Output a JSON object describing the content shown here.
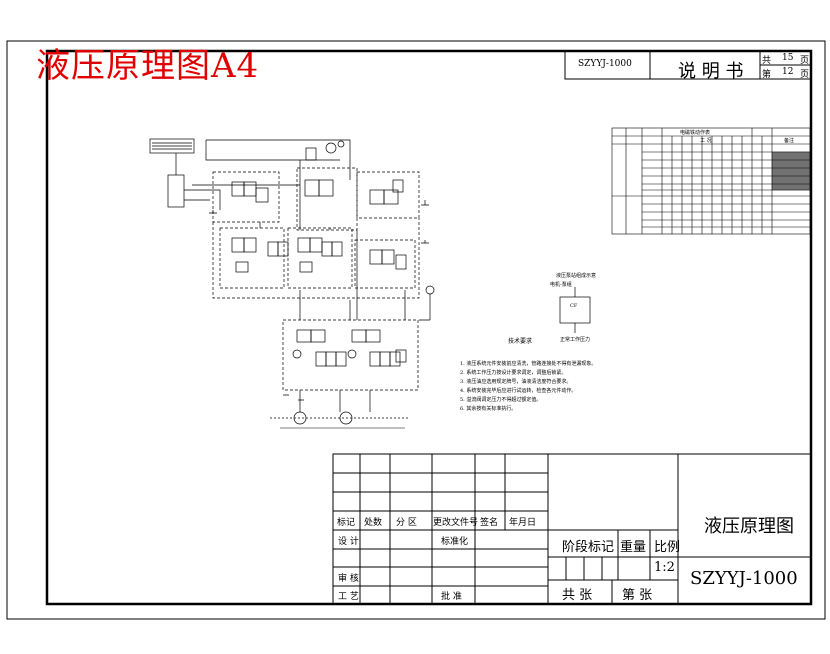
{
  "sheet_title": "液压原理图A4",
  "top_block": {
    "drawing_no": "SZYYJ-1000",
    "doc_type": "说 明 书",
    "total_label": "共",
    "total_pages": "15",
    "page_unit": "页",
    "current_label": "第",
    "current_page": "12",
    "page_unit2": "页"
  },
  "title_block": {
    "revision_headers": [
      "标记",
      "处数",
      "分 区",
      "更改文件号",
      "签名",
      "年月日"
    ],
    "design": "设 计",
    "standardization": "标准化",
    "review": "审 核",
    "process": "工 艺",
    "approve": "批 准",
    "stage_mark": "阶段标记",
    "weight": "重量",
    "scale": "比例",
    "scale_value": "1:2",
    "total_sheets": "共  张",
    "sheet_no": "第  张",
    "drawing_name": "液压原理图",
    "drawing_no": "SZYYJ-1000"
  },
  "tech_notes": {
    "heading": "技术要求",
    "lines": [
      "1. 液压系统元件安装前应清洗，管路连接处不得有泄漏现象。",
      "2. 系统工作压力按设计要求调定，调整后锁紧。",
      "3. 液压油应选用规定牌号，油液清洁度符合要求。",
      "4. 系统安装完毕后应进行试运转，检查各元件动作。",
      "5. 溢流阀调定压力不得超过额定值。",
      "6. 其余按有关标准执行。"
    ]
  },
  "legend_box": {
    "title": "液压泵站组成示意",
    "subtitle": "电机-泵组",
    "label": "CF",
    "caption": "正常工作压力"
  },
  "table": {
    "title": "电磁铁动作表",
    "col_header": "工 况",
    "note_header": "备注"
  }
}
